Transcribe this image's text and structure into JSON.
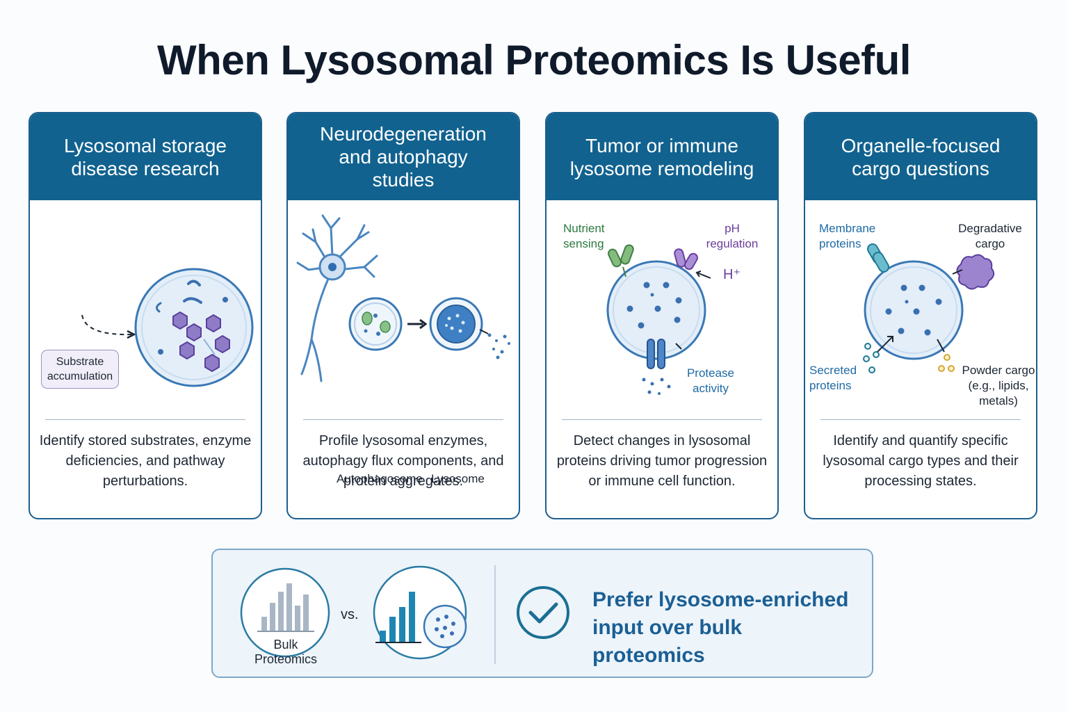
{
  "title": "When Lysosomal Proteomics Is Useful",
  "cards": [
    {
      "title": "Lysosomal storage disease research",
      "description": "Identify stored substrates, enzyme deficiencies, and pathway perturbations.",
      "labels": {
        "substrate": "Substrate accumulation"
      }
    },
    {
      "title": "Neurodegeneration and autophagy studies",
      "description": "Profile lysosomal enzymes, autophagy flux components, and protein aggregates.",
      "labels": {
        "autophagosome": "Autophagosome",
        "lysosome": "Lysosome"
      }
    },
    {
      "title": "Tumor or immune lysosome remodeling",
      "description": "Detect changes in lysosomal proteins driving tumor progression or immune cell function.",
      "labels": {
        "nutrient": "Nutrient sensing",
        "ph": "pH regulation",
        "proton": "H⁺",
        "protease": "Protease activity"
      }
    },
    {
      "title": "Organelle-focused cargo questions",
      "description": "Identify and quantify specific lysosomal cargo types and their processing states.",
      "labels": {
        "membrane": "Membrane proteins",
        "degradative": "Degradative cargo",
        "secreted": "Secreted proteins",
        "powder": "Powder cargo (e.g., lipids, metals)"
      }
    }
  ],
  "bottom": {
    "bulk_label": "Bulk Proteomics",
    "vs": "vs.",
    "recommendation": "Prefer lysosome-enriched input over bulk proteomics"
  },
  "colors": {
    "header_blue": "#11628f",
    "lysosome_fill": "#e3eef9",
    "substrate_purple": "#8f7cc7",
    "check_teal": "#1b6f93"
  },
  "icons": [
    "lysosome-icon",
    "neuron-icon",
    "autophagosome-icon",
    "transporter-icon",
    "bar-chart-icon",
    "check-circle-icon"
  ]
}
